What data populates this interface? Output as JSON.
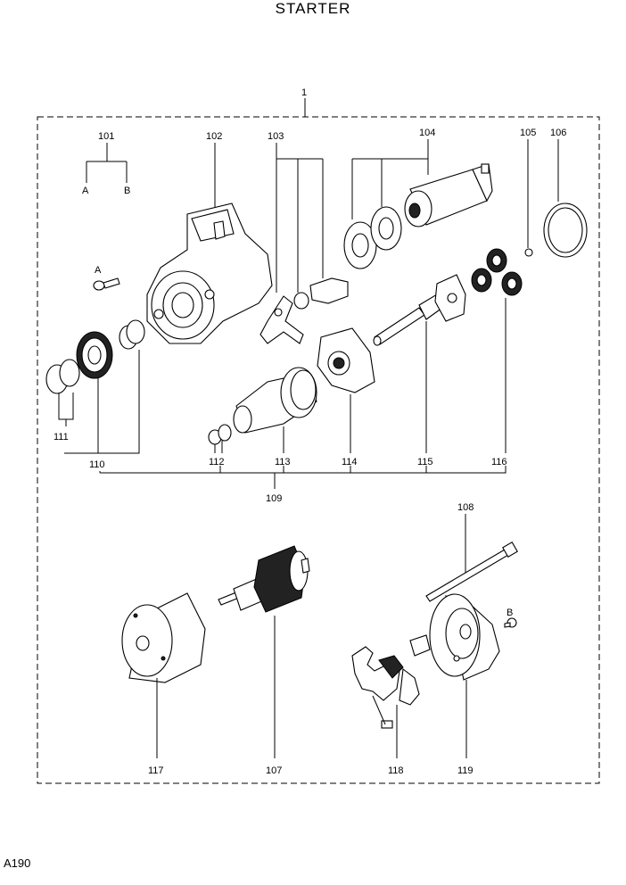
{
  "title": "STARTER",
  "page_code": "A190",
  "assembly_ref": "1",
  "callouts": {
    "p101": "101",
    "p102": "102",
    "p103": "103",
    "p104": "104",
    "p105": "105",
    "p106": "106",
    "p107": "107",
    "p108": "108",
    "p109": "109",
    "p110": "110",
    "p111": "111",
    "p112": "112",
    "p113": "113",
    "p114": "114",
    "p115": "115",
    "p116": "116",
    "p117": "117",
    "p118": "118",
    "p119": "119"
  },
  "letters": {
    "a": "A",
    "b": "B"
  }
}
